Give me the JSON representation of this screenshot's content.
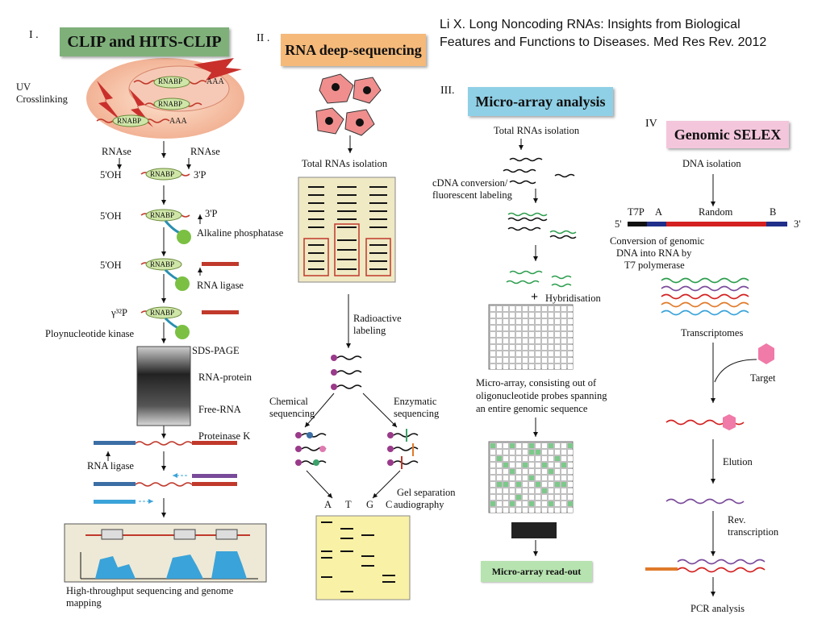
{
  "citation": {
    "line1": "Li X. Long Noncoding RNAs: Insights from Biological",
    "line2": "Features and Functions to Diseases. Med Res Rev. 2012"
  },
  "panel1": {
    "numeral": "I .",
    "title": "CLIP and HITS-CLIP",
    "uv": "UV",
    "crosslinking": "Crosslinking",
    "rnabp": "RNABP",
    "aaa": "AAA",
    "rnase": "RNAse",
    "oh5": "5'OH",
    "p3": "3'P",
    "alkaline": "Alkaline phosphatase",
    "rna_ligase": "RNA ligase",
    "gamma32p": "γ³²P",
    "kinase": "Ploynucleotide kinase",
    "sds": "SDS-PAGE",
    "rna_protein": "RNA-protein",
    "free_rna": "Free-RNA",
    "proteinase": "Proteinase K",
    "rna_ligase2": "RNA ligase",
    "sequencing_line1": "High-throughput sequencing and genome",
    "sequencing_line2": "mapping"
  },
  "panel2": {
    "numeral": "II .",
    "title": "RNA deep-sequencing",
    "total_rnas": "Total RNAs isolation",
    "radioactive_line1": "Radioactive",
    "radioactive_line2": "labeling",
    "chemical_line1": "Chemical",
    "chemical_line2": "sequencing",
    "enzymatic_line1": "Enzymatic",
    "enzymatic_line2": "sequencing",
    "gel_line1": "Gel separation",
    "gel_line2": "audiography",
    "lanes": [
      "A",
      "T",
      "G",
      "C"
    ]
  },
  "panel3": {
    "numeral": "III.",
    "title": "Micro-array analysis",
    "total_rnas": "Total RNAs isolation",
    "cdna_line1": "cDNA conversion/",
    "cdna_line2": "fluorescent labeling",
    "hybridisation": "Hybridisation",
    "plus": "+",
    "desc_line1": "Micro-array, consisting out of",
    "desc_line2": "oligonucleotide probes spanning",
    "desc_line3": "an entire genomic sequence",
    "readout": "Micro-array read-out"
  },
  "panel4": {
    "numeral": "IV",
    "title": "Genomic SELEX",
    "dna_isolation": "DNA isolation",
    "t7p": "T7P",
    "a": "A",
    "random": "Random",
    "b": "B",
    "five": "5'",
    "three": "3'",
    "conv_line1": "Conversion of genomic",
    "conv_line2": "DNA into RNA by",
    "conv_line3": "T7 polymerase",
    "transcriptomes": "Transcriptomes",
    "target": "Target",
    "elution": "Elution",
    "rev_line1": "Rev.",
    "rev_line2": "transcription",
    "pcr": "PCR analysis"
  },
  "colors": {
    "panel1_banner": "#7fb07a",
    "panel2_banner": "#f5b97a",
    "panel3_banner": "#8fd0e6",
    "panel4_banner": "#f3c6dc",
    "rna_red": "#c0392b",
    "rnabp_green": "#cfe6a8",
    "gel_yellow": "#f9f1a6",
    "array_green": "#7cc98a",
    "dna_blue": "#1f2f8a",
    "dna_red": "#d42020",
    "read_blue": "#3aa3d9",
    "pink_target": "#f07aa8"
  }
}
